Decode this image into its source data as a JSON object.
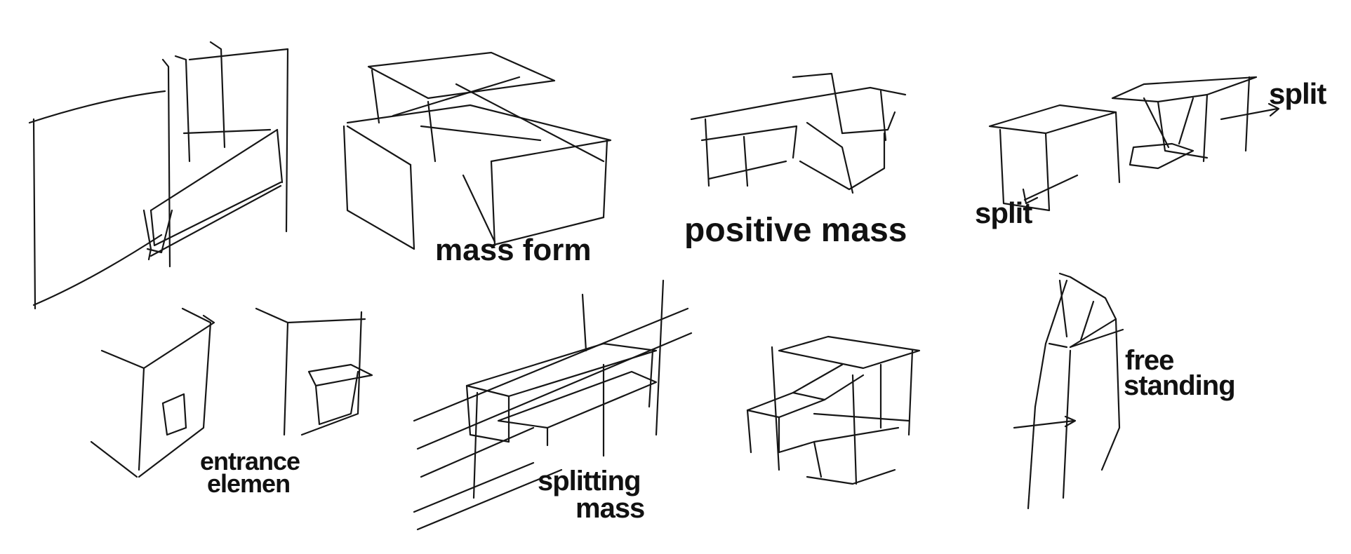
{
  "labels": {
    "mass_form": "mass form",
    "positive_mass": "positive mass",
    "split_right": "split",
    "split_left": "split",
    "entrance_line1": "entrance",
    "entrance_line2": "elemen",
    "splitting_line1": "splitting",
    "splitting_line2": "mass",
    "free_line1": "free",
    "free_line2": "standing"
  },
  "colors": {
    "ink": "#161616",
    "paper": "#ffffff"
  }
}
